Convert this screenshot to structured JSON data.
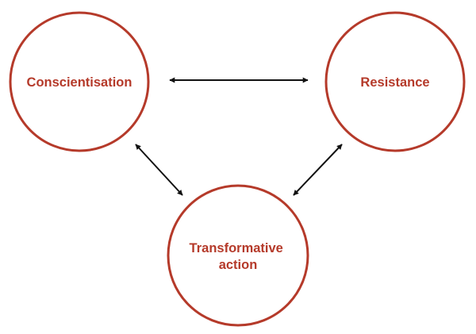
{
  "diagram": {
    "nodes": [
      {
        "id": "conscientisation",
        "lines": [
          "Conscientisation"
        ]
      },
      {
        "id": "resistance",
        "lines": [
          "Resistance"
        ]
      },
      {
        "id": "transformative-action",
        "lines": [
          "Transformative",
          "action"
        ]
      }
    ],
    "edges": [
      {
        "from": "conscientisation",
        "to": "resistance",
        "direction": "both"
      },
      {
        "from": "conscientisation",
        "to": "transformative-action",
        "direction": "both"
      },
      {
        "from": "resistance",
        "to": "transformative-action",
        "direction": "both"
      }
    ],
    "colors": {
      "node_stroke": "#b53a2a",
      "node_text": "#b53a2a",
      "arrow": "#111111",
      "background": "#ffffff"
    }
  }
}
